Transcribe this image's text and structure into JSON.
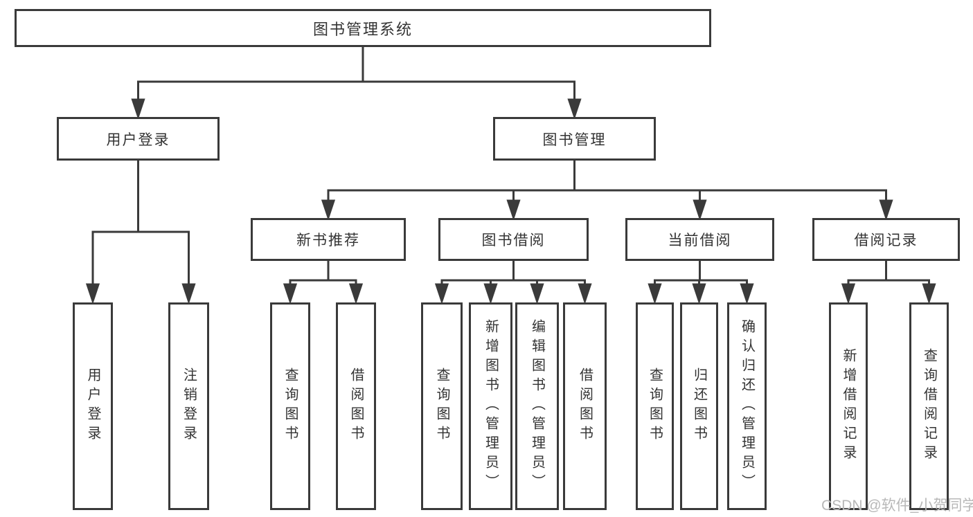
{
  "tree": {
    "root": {
      "label": "图书管理系统"
    },
    "branches": [
      {
        "label": "用户登录",
        "children": [
          {
            "label": "用户登录"
          },
          {
            "label": "注销登录"
          }
        ]
      },
      {
        "label": "图书管理",
        "children": [
          {
            "label": "新书推荐",
            "children": [
              {
                "label": "查询图书"
              },
              {
                "label": "借阅图书"
              }
            ]
          },
          {
            "label": "图书借阅",
            "children": [
              {
                "label": "查询图书"
              },
              {
                "label": "新增图书（管理员）"
              },
              {
                "label": "编辑图书（管理员）"
              },
              {
                "label": "借阅图书"
              }
            ]
          },
          {
            "label": "当前借阅",
            "children": [
              {
                "label": "查询图书"
              },
              {
                "label": "归还图书"
              },
              {
                "label": "确认归还（管理员）"
              }
            ]
          },
          {
            "label": "借阅记录",
            "children": [
              {
                "label": "新增借阅记录"
              },
              {
                "label": "查询借阅记录"
              }
            ]
          }
        ]
      }
    ]
  },
  "watermark": {
    "text": "CSDN @软件_小贺同学"
  },
  "colors": {
    "line": "#3a3a3a",
    "text": "#333333",
    "background": "#ffffff",
    "watermark": "#b8b8b8"
  }
}
